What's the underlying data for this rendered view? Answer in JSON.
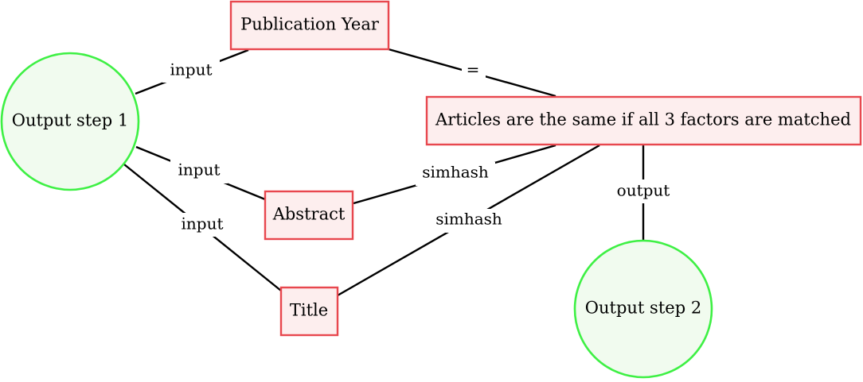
{
  "nodes": {
    "output_step_1": "Output step 1",
    "publication_year": "Publication Year",
    "abstract": "Abstract",
    "title": "Title",
    "matched": "Articles are the same if all 3 factors are matched",
    "output_step_2": "Output step 2"
  },
  "edges": {
    "step1_to_pubyear": "input",
    "step1_to_abstract": "input",
    "step1_to_title": "input",
    "pubyear_to_matched": "=",
    "abstract_to_matched": "simhash",
    "title_to_matched": "simhash",
    "matched_to_step2": "output"
  },
  "colors": {
    "circle_fill": "#f1fbef",
    "circle_stroke": "#3ef044",
    "rect_fill": "#fdeeee",
    "rect_stroke": "#e8474e",
    "edge": "#000000"
  }
}
